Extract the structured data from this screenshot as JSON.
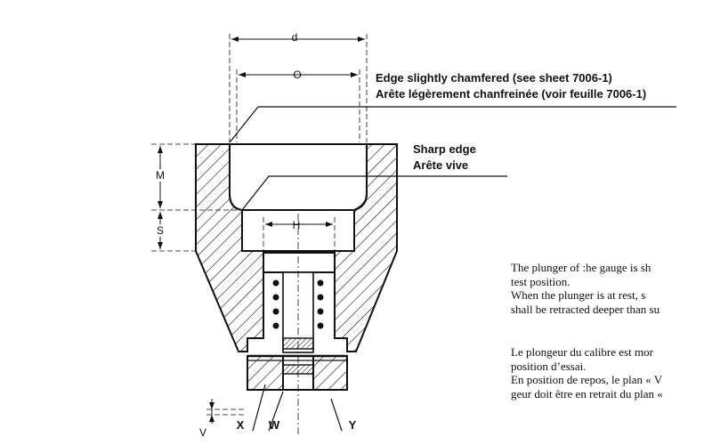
{
  "dimensions": {
    "d": "d",
    "O": "O",
    "H": "H",
    "M": "M",
    "S": "S",
    "V": "V"
  },
  "callouts": {
    "chamfer_en": "Edge slightly chamfered (see sheet 7006-1)",
    "chamfer_fr": "Arête légèrement chanfreinée (voir feuille 7006-1)",
    "sharp_en": "Sharp edge",
    "sharp_fr": "Arête vive",
    "x": "X",
    "w": "W",
    "y": "Y"
  },
  "body_text": {
    "en_line1": "The plunger of :he gauge is sh",
    "en_line2": "test position.",
    "en_line3": "When the plunger is at rest, s",
    "en_line4": "shall be retracted deeper than su",
    "fr_line1": "Le plongeur du calibre est mor",
    "fr_line2": "position d’essai.",
    "fr_line3": "En position de repos, le plan « V",
    "fr_line4": "geur doit être en retrait du plan «"
  }
}
